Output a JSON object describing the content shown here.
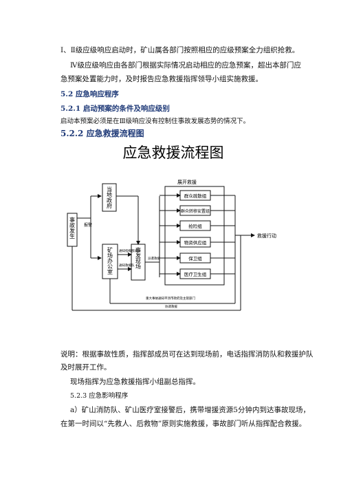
{
  "paragraphs": {
    "p1": "Ⅰ、Ⅱ级应级响应启动时，矿山属各部门按照相应的应级预案全力组织抢救。",
    "p2a": "Ⅳ级应级响应由各部门根据实际情况启动相应的应急预案，超出本部门应",
    "p2b": "急预案处置能力时，及时报告应急救援指挥领导小组实施救援。"
  },
  "headings": {
    "h52": "5.2 应急响应程序",
    "h521": "5.2.1 启动预案的条件及响应级别",
    "h522": "5.2.2 应急救援流程图"
  },
  "note_521": "启动本预案必须是在Ⅲ级响应没有控制住事故发展态势的情况下。",
  "flowchart": {
    "title": "应急救援流程图",
    "accident": "事故发生",
    "report_label": "报警",
    "local_gov": "当地政府",
    "site_office": "矿场办公室",
    "accident_site": "事发现场",
    "notify_leader": "通知指挥部成员",
    "notify_rescue": "通知救援队",
    "dispatch": "派遣救援",
    "rescue_header": "展开救援",
    "groups": [
      "群众疏散组",
      "群众转移安置组",
      "抢险组",
      "物资供应组",
      "保卫组",
      "医疗卫生组"
    ],
    "action": "救援行动",
    "bottom_note_1": "重大事故通知平顶市政府及主管部门",
    "bottom_note_2": "协调救援"
  },
  "after": {
    "explain_a": "说明：根据事故性质，指挥部成员可在达到现场前，电话指挥消防队和救援护队",
    "explain_b": "及时展开工作。",
    "commander": "现场指挥为应急救援指挥小组副总指挥。",
    "h523": "5.2.3 应急影响程序",
    "a_line1": "a）矿山消防队、矿山医疗室接警后，携带增援资源5分钟内到达事故现场，",
    "a_line2": "在第一时间以“先救人、后救物”原则实施救援，事故部门听从指挥配合救援。"
  }
}
